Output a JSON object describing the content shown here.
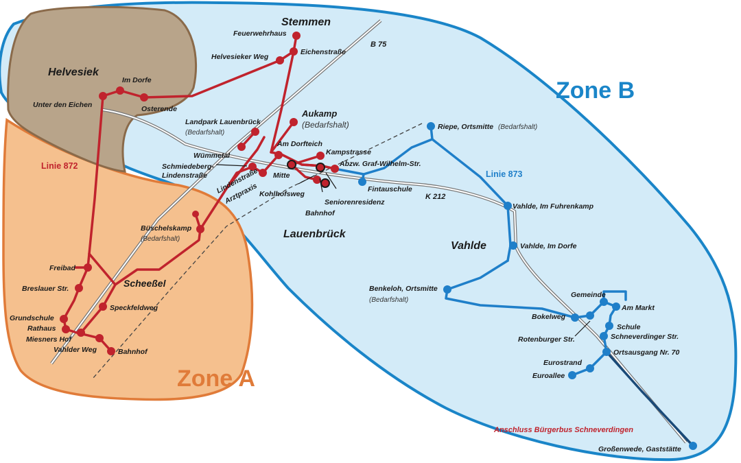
{
  "zones": {
    "a": {
      "label": "Zone A",
      "fill": "#f5c08e",
      "stroke": "#e07b39"
    },
    "b": {
      "label": "Zone B",
      "fill": "#d3ebf8",
      "stroke": "#1a85c8"
    },
    "helvesiek_area": {
      "fill": "#b8a48a",
      "stroke": "#8a6a4a"
    }
  },
  "lines": {
    "l872": {
      "label": "Linie 872",
      "color": "#c0232d"
    },
    "l873": {
      "label": "Linie 873",
      "color": "#1f7fc9"
    }
  },
  "towns": {
    "stemmen": "Stemmen",
    "helvesiek": "Helvesiek",
    "aukamp": "Aukamp",
    "aukamp_sub": "(Bedarfshalt)",
    "lauenbrueck": "Lauenbrück",
    "vahlde": "Vahlde",
    "scheessel": "Scheeßel"
  },
  "roads": {
    "b75": "B 75",
    "k212": "K 212"
  },
  "note": {
    "text": "Anschluss Bürgerbus Schneverdingen",
    "color": "#c0232d"
  },
  "stops_872": {
    "feuerwehrhaus": "Feuerwehrhaus",
    "eichenstrasse": "Eichenstraße",
    "helvesieker_weg": "Helvesieker Weg",
    "im_dorfe": "Im Dorfe",
    "unter_den_eichen": "Unter den Eichen",
    "osterende": "Osterende",
    "landpark": "Landpark Lauenbrück",
    "landpark_sub": "(Bedarfshalt)",
    "wuemmetal": "Wümmetal",
    "schmiedeberg_1": "Schmiedeberg-",
    "schmiedeberg_2": "Lindenstraße",
    "am_dorfteich": "Am Dorfteich",
    "kampstrasse": "Kampstrasse",
    "abzw": "Abzw. Graf-Wilhelm-Str.",
    "mitte": "Mitte",
    "lindenstrasse_1": "Lindenstraße",
    "lindenstrasse_2": "Arztpraxis",
    "kohlhofsweg": "Kohlhofsweg",
    "seniorenresidenz": "Seniorenresidenz",
    "bahnhof_lb": "Bahnhof",
    "bueschelskamp": "Büschelskamp",
    "bueschelskamp_sub": "(Bedarfshalt)",
    "freibad": "Freibad",
    "breslauer": "Breslauer Str.",
    "speckfeldweg": "Speckfeldweg",
    "grundschule": "Grundschule",
    "rathaus": "Rathaus",
    "miesners_hof": "Miesners Hof",
    "vahlder_weg": "Vahlder Weg",
    "bahnhof_sch": "Bahnhof"
  },
  "stops_873": {
    "riepe": "Riepe, Ortsmitte",
    "riepe_sub": "(Bedarfshalt)",
    "fintauschule": "Fintauschule",
    "im_fuhrenkamp": "Vahlde, Im Fuhrenkamp",
    "vahlde_im_dorfe": "Vahlde, Im Dorfe",
    "benkeloh": "Benkeloh, Ortsmitte",
    "benkeloh_sub": "(Bedarfshalt)",
    "gemeinde": "Gemeinde",
    "am_markt": "Am Markt",
    "bokelweg": "Bokelweg",
    "schule": "Schule",
    "schneverdinger": "Schneverdinger Str.",
    "rotenburger": "Rotenburger Str.",
    "ortsausgang": "Ortsausgang Nr. 70",
    "eurostrand": "Eurostrand",
    "euroallee": "Euroallee",
    "grossenwede": "Großenwede, Gaststätte"
  }
}
